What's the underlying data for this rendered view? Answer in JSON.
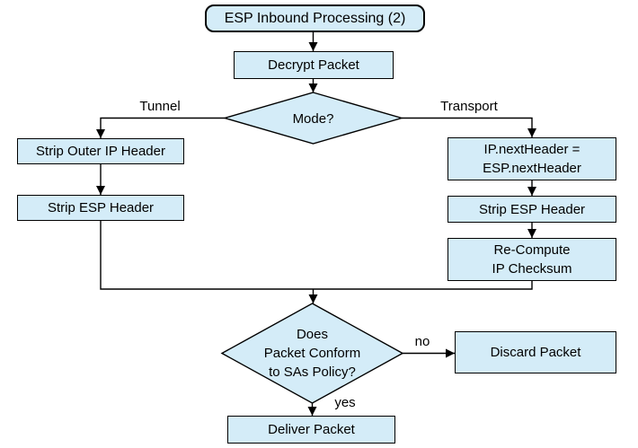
{
  "canvas": {
    "background": "#ffffff",
    "node_fill": "#d4ecf8",
    "node_border": "#000000"
  },
  "nodes": {
    "start": {
      "label": "ESP Inbound Processing (2)"
    },
    "decrypt": {
      "label": "Decrypt Packet"
    },
    "mode": {
      "label": "Mode?"
    },
    "strip_outer": {
      "label": "Strip Outer IP Header"
    },
    "strip_esp_left": {
      "label": "Strip ESP Header"
    },
    "ip_next": {
      "label": "IP.nextHeader =\nESP.nextHeader"
    },
    "strip_esp_right": {
      "label": "Strip ESP Header"
    },
    "recompute": {
      "label": "Re-Compute\nIP Checksum"
    },
    "sa_check": {
      "label": "Does\nPacket Conform\nto SAs Policy?"
    },
    "discard": {
      "label": "Discard Packet"
    },
    "deliver": {
      "label": "Deliver Packet"
    }
  },
  "edge_labels": {
    "tunnel": "Tunnel",
    "transport": "Transport",
    "no": "no",
    "yes": "yes"
  }
}
